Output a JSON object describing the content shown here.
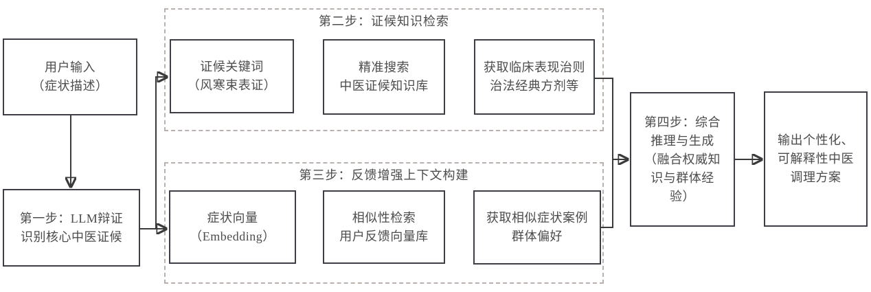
{
  "colors": {
    "node_border": "#3d3d45",
    "dashed_border": "#b9b1ad",
    "connector": "#3a3a3a",
    "text": "#4c4c4c",
    "background": "#ffffff"
  },
  "nodes": {
    "user_input": {
      "label": "用户输入\n（症状描述）"
    },
    "step1": {
      "label": "第一步：LLM辩证\n识别核心中医证候"
    },
    "step2_keywords": {
      "label": "证候关键词\n（风寒束表证）"
    },
    "step2_search": {
      "label": "精准搜索\n中医证候知识库"
    },
    "step2_result": {
      "label": "获取临床表现治则\n治法经典方剂等"
    },
    "step3_vector": {
      "label": "症状向量\n（Embedding）"
    },
    "step3_similarity": {
      "label": "相似性检索\n用户反馈向量库"
    },
    "step3_result": {
      "label": "获取相似症状案例\n群体偏好"
    },
    "step4": {
      "label": "第四步：综合\n推理与生成\n（融合权威知\n识与群体经\n验）"
    },
    "output": {
      "label": "输出个性化、\n可解释性中医\n调理方案"
    }
  },
  "groups": {
    "step2": {
      "title": "第二步：证候知识检索"
    },
    "step3": {
      "title": "第三步：反馈增强上下文构建"
    }
  }
}
